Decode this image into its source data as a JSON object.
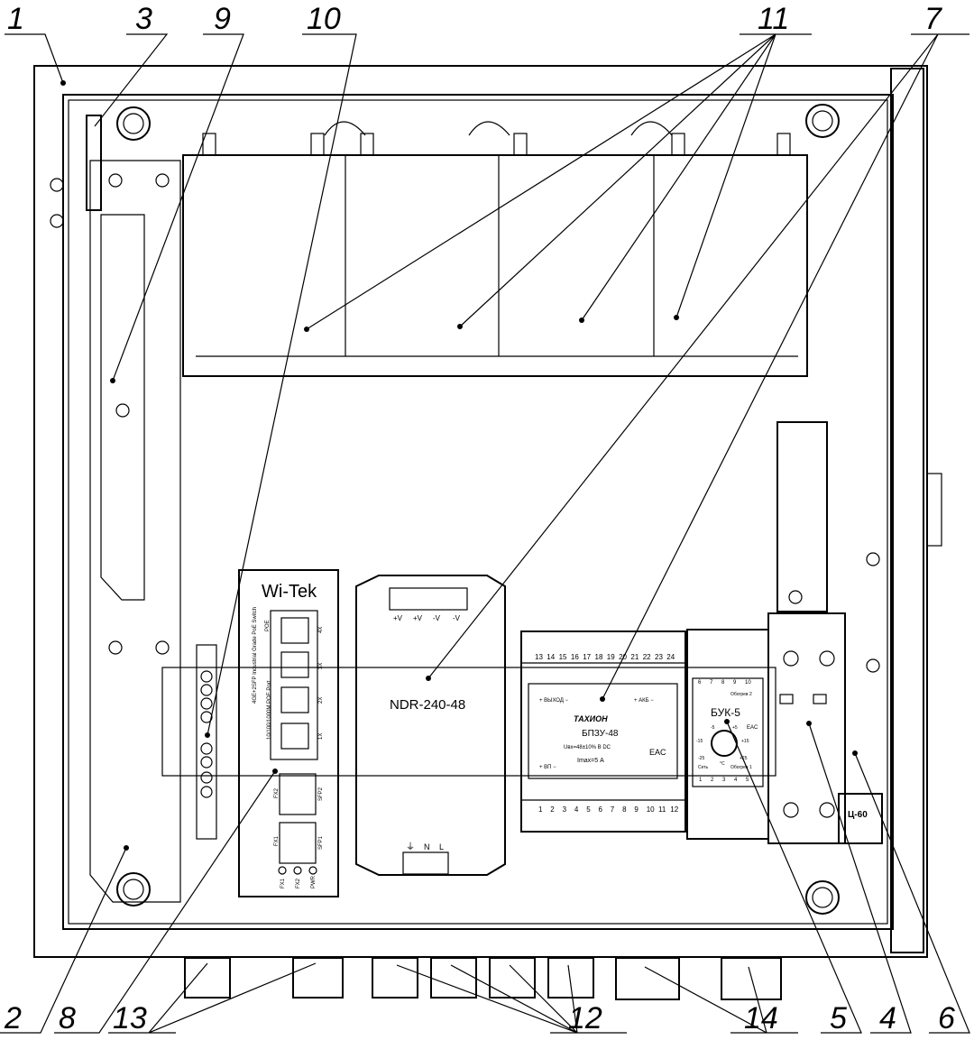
{
  "callouts": {
    "c1": "1",
    "c3": "3",
    "c9": "9",
    "c10": "10",
    "c11": "11",
    "c7": "7",
    "c2": "2",
    "c8": "8",
    "c13": "13",
    "c12": "12",
    "c14": "14",
    "c5": "5",
    "c4": "4",
    "c6": "6"
  },
  "switch": {
    "brand": "Wi-Tek",
    "model": "4GE+2SFP Industrial Grade PoE Switch",
    "ports_label": "10/100/1000M POE Port",
    "poe": "POE",
    "port_labels": [
      "4X",
      "3X",
      "2X",
      "1X"
    ],
    "sfp": [
      "FX2",
      "SFP2",
      "FX1",
      "SFP1"
    ],
    "leds": [
      "FX1",
      "FX2",
      "PWR"
    ]
  },
  "psu": {
    "model": "NDR-240-48",
    "out_terms": [
      "+V",
      "+V",
      "-V",
      "-V"
    ],
    "in_terms": [
      "⏚",
      "N",
      "L"
    ]
  },
  "charger": {
    "brand": "ТАХИОН",
    "model": "БПЗУ-48",
    "voltage": "Uвх=48±10% В DC",
    "current": "Imax=5 А",
    "out": "+ ВЫХОД −",
    "akb": "+ АКБ −",
    "vp": "+ ВП −",
    "top_terms": [
      "13",
      "14",
      "15",
      "16",
      "17",
      "18",
      "19",
      "20",
      "21",
      "22",
      "23",
      "24"
    ],
    "bottom_terms": [
      "1",
      "2",
      "3",
      "4",
      "5",
      "6",
      "7",
      "8",
      "9",
      "10",
      "11",
      "12"
    ],
    "mark": "EAC"
  },
  "thermo": {
    "model": "БУК-5",
    "top_terms": [
      "6",
      "7",
      "8",
      "9",
      "10"
    ],
    "bottom_terms": [
      "1",
      "2",
      "3",
      "4",
      "5"
    ],
    "heat2": "Обогрев 2",
    "heat1": "Обогрев 1",
    "mains": "Сеть",
    "scale": [
      "-25",
      "-15",
      "-5",
      "+5",
      "+15",
      "+25"
    ],
    "unit": "°C",
    "mark": "EAC"
  },
  "breaker_label": "Ц-60"
}
